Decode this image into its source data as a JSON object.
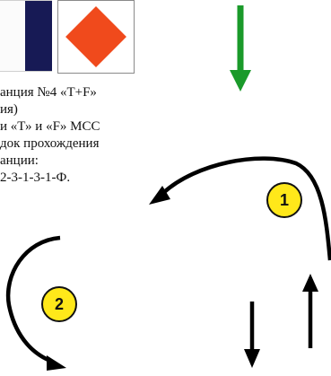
{
  "flags": {
    "left": {
      "colors": [
        "#fbfbfb",
        "#171a55"
      ]
    },
    "right": {
      "background": "#ffffff",
      "diamond_color": "#f04a1c"
    }
  },
  "caption": {
    "lines": [
      "анция  №4 «Т+F»",
      "ия)",
      "и «Т» и «F» МСС",
      "док прохождения",
      "анции:",
      "2-3-1-3-1-Ф."
    ]
  },
  "badges": {
    "one": "1",
    "two": "2"
  },
  "arrows": {
    "green_down": {
      "color": "#1a9a2a",
      "icon": "arrow-down-icon"
    },
    "curved_1": {
      "color": "#000000",
      "icon": "curved-arrow-icon"
    },
    "curved_2": {
      "color": "#000000",
      "icon": "curved-arrow-icon"
    },
    "black_up": {
      "color": "#000000",
      "icon": "arrow-up-icon"
    },
    "black_down": {
      "color": "#000000",
      "icon": "arrow-down-icon"
    }
  }
}
